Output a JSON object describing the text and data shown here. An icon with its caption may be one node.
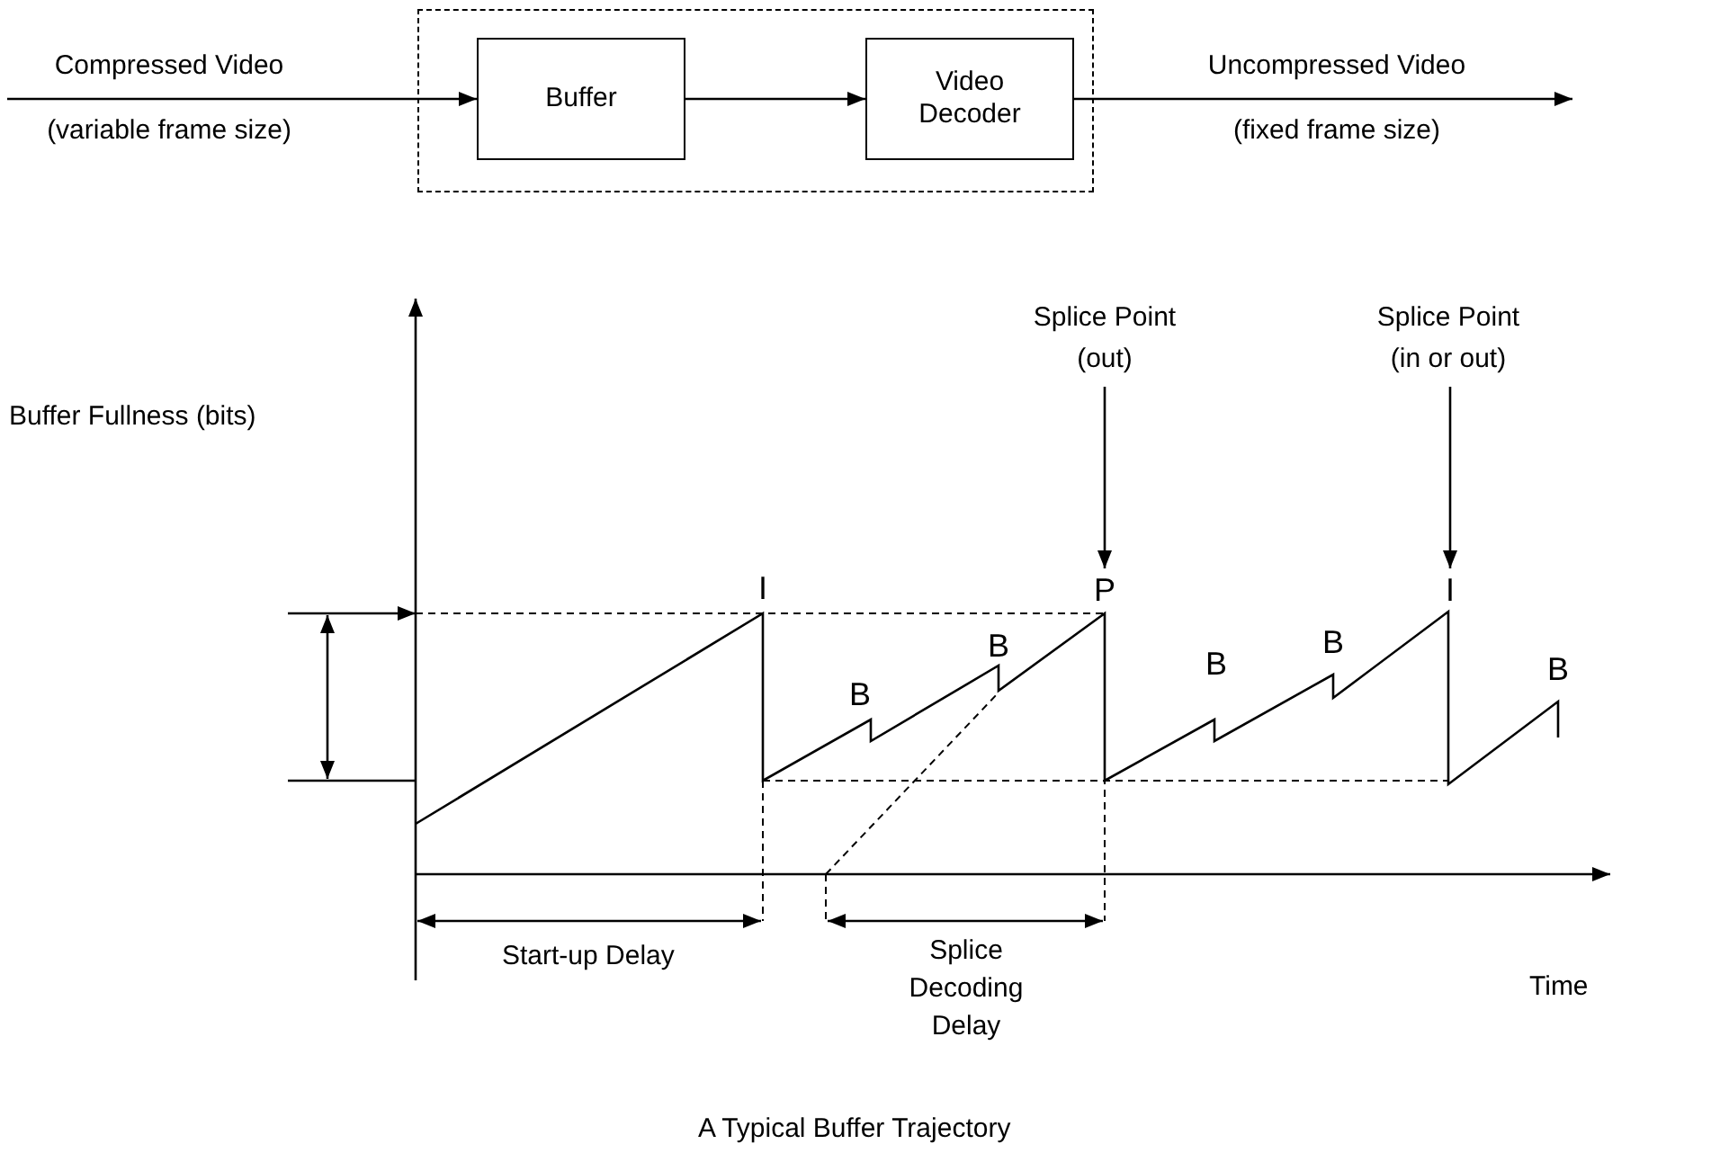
{
  "diagram": {
    "caption": "A Typical Buffer Trajectory",
    "nodes": [
      {
        "text": [],
        "shape": "box"
      },
      {
        "text": [
          "Buffer"
        ],
        "in": 0
      },
      {
        "text": [
          "Video Decoder"
        ],
        "in": 0
      },
      {
        "text": [
          "Compressed Video",
          "(variable frame size)"
        ]
      },
      {
        "text": [
          "Uncompressed Video",
          "(fixed frame size)"
        ]
      },
      {
        "text": [
          "Splice Point (out)"
        ]
      },
      {
        "text": [
          "P"
        ]
      },
      {
        "text": [
          "Splice Point (in or out)"
        ]
      },
      {
        "text": [
          "I"
        ]
      }
    ],
    "edges": [
      {
        "from": 3,
        "to": 1,
        "arrow": "to"
      },
      {
        "from": 1,
        "to": 2,
        "arrow": "to"
      },
      {
        "from": 2,
        "to": 4,
        "arrow": "to"
      },
      {
        "from": 5,
        "to": 6,
        "arrow": "to"
      },
      {
        "from": 7,
        "to": 8,
        "arrow": "to"
      }
    ],
    "labels": [
      "Buffer Fullness (bits)",
      "I",
      "B",
      "B",
      "B",
      "B",
      "B",
      "Start-up Delay",
      "Splice Decoding Delay",
      "Time"
    ]
  }
}
